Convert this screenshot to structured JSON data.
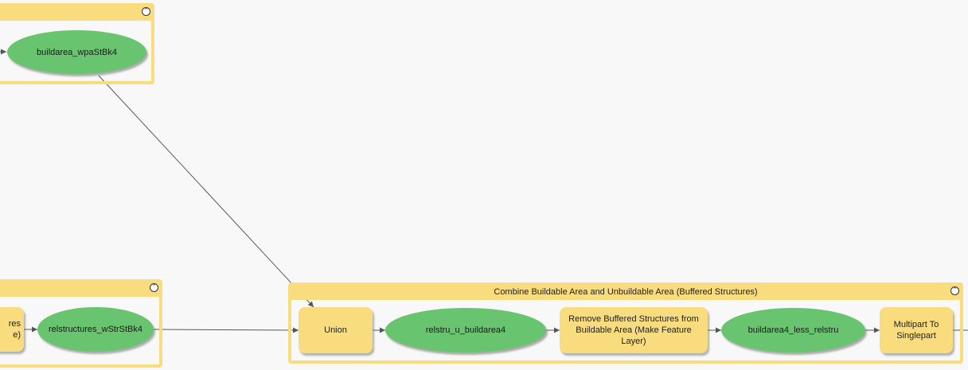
{
  "colors": {
    "canvas": "#f7f8f7",
    "group_fill": "#f8dc7e",
    "tool_fill": "#f8dc7e",
    "data_fill": "#69c46f",
    "connector": "#555555"
  },
  "icons": {
    "collapse": "chevron-up-icon",
    "collapse_glyph": "⌃"
  },
  "groups": {
    "top": {
      "title": ""
    },
    "bottom_left": {
      "title": ""
    },
    "combine": {
      "title": "Combine Buildable Area and Unbuildable Area (Buffered Structures)"
    }
  },
  "nodes": {
    "buildarea_wpa": "buildarea_wpaStBk4",
    "cut_tool_line1": "res",
    "cut_tool_line2": "e)",
    "relstructures_w": "relstructures_wStrStBk4",
    "union": "Union",
    "relstru_u": "relstru_u_buildarea4",
    "remove_tool_line1": "Remove Buffered Structures from",
    "remove_tool_line2": "Buildable Area (Make Feature Layer)",
    "buildarea4_less": "buildarea4_less_relstru",
    "multipart_line1": "Multipart To",
    "multipart_line2": "Singlepart"
  }
}
